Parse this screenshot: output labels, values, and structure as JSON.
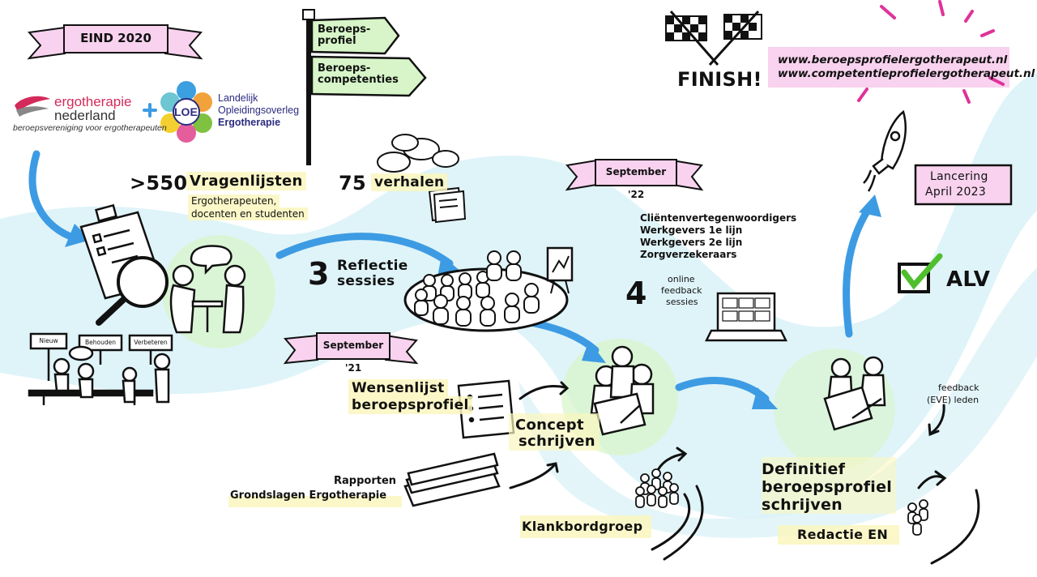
{
  "header": {
    "eind_label": "EIND 2020",
    "finish_label": "FINISH!",
    "urls": [
      "www.beroepsprofielergotherapeut.nl",
      "www.competentieprofielergotherapeut.nl"
    ]
  },
  "logos": {
    "en_line1": "ergotherapie",
    "en_line2": "nederland",
    "en_tagline": "beroepsvereniging voor ergotherapeuten",
    "loe_badge": "LOE",
    "loe_line1": "Landelijk",
    "loe_line2": "Opleidingsoverleg",
    "loe_line3": "Ergotherapie"
  },
  "signpost": {
    "sign1_line1": "Beroeps-",
    "sign1_line2": "profiel",
    "sign2_line1": "Beroeps-",
    "sign2_line2": "competenties"
  },
  "surveys": {
    "count": ">550",
    "label": "Vragenlijsten",
    "sub1": "Ergotherapeuten,",
    "sub2": "docenten en studenten"
  },
  "stories": {
    "count": "75",
    "label": "verhalen"
  },
  "bench": {
    "signs": [
      "Nieuw",
      "Behouden",
      "Verbeteren"
    ]
  },
  "reflection": {
    "count": "3",
    "line1": "Reflectie",
    "line2": "sessies"
  },
  "milestones": {
    "sept21": "September '21",
    "sept22": "September '22",
    "launch_line1": "Lancering",
    "launch_line2": "April 2023"
  },
  "stakeholders": [
    "Cliëntenvertegenwoordigers",
    "Werkgevers 1e lijn",
    "Werkgevers 2e lijn",
    "Zorgverzekeraars"
  ],
  "online": {
    "count": "4",
    "line1": "online",
    "line2": "feedback",
    "line3": "sessies"
  },
  "alv": {
    "label": "ALV"
  },
  "concept": {
    "wish_line1": "Wensenlijst",
    "wish_line2": "beroepsprofiel",
    "reports_line1": "Rapporten",
    "reports_line2": "Grondslagen Ergotherapie",
    "concept_line1": "Concept",
    "concept_line2": "schrijven",
    "sounding_board": "Klankbordgroep"
  },
  "final": {
    "line1": "Definitief",
    "line2": "beroepsprofiel",
    "line3": "schrijven",
    "feedback_line1": "feedback",
    "feedback_line2": "(EVE) leden",
    "editorial": "Redactie EN"
  },
  "colors": {
    "path_blue": "#dcf3f8",
    "arrow_blue": "#3d9be3",
    "ribbon_pink": "#f8d2ee",
    "highlight_yellow": "#faf6be",
    "highlight_green": "#d7f5c8",
    "check_green": "#4fbf2e",
    "en_red": "#d42a5b",
    "loe_blue": "#2b2b80",
    "burst_magenta": "#e0329a"
  }
}
